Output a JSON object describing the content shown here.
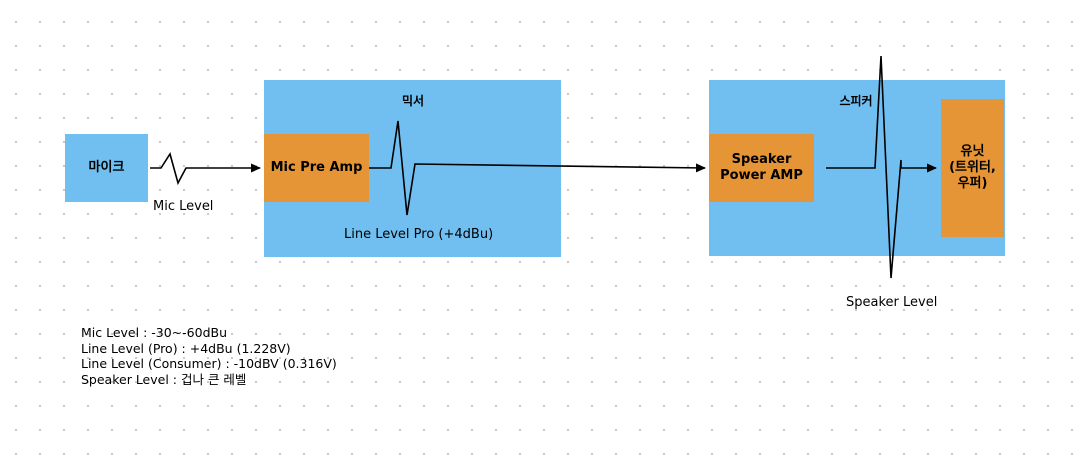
{
  "nodes": {
    "mic": {
      "label": "마이크"
    },
    "mixer": {
      "title": "믹서",
      "caption": "Line Level Pro (+4dBu)"
    },
    "preamp": {
      "label": "Mic Pre Amp"
    },
    "speaker": {
      "title": "스피커"
    },
    "power_amp": {
      "label_line1": "Speaker",
      "label_line2": "Power AMP"
    },
    "unit": {
      "label_line1": "유닛",
      "label_line2": "(트위터,",
      "label_line3": "우퍼)"
    }
  },
  "edges": {
    "mic_level": "Mic Level",
    "speaker_level": "Speaker Level"
  },
  "notes": [
    "Mic Level : -30~-60dBu",
    "Line Level (Pro) : +4dBu (1.228V)",
    "Line Level (Consumer) : -10dBV (0.316V)",
    "Speaker Level : 겁나 큰 레벨"
  ],
  "colors": {
    "container": "#70bff0",
    "component": "#e59535",
    "line": "#000000"
  }
}
